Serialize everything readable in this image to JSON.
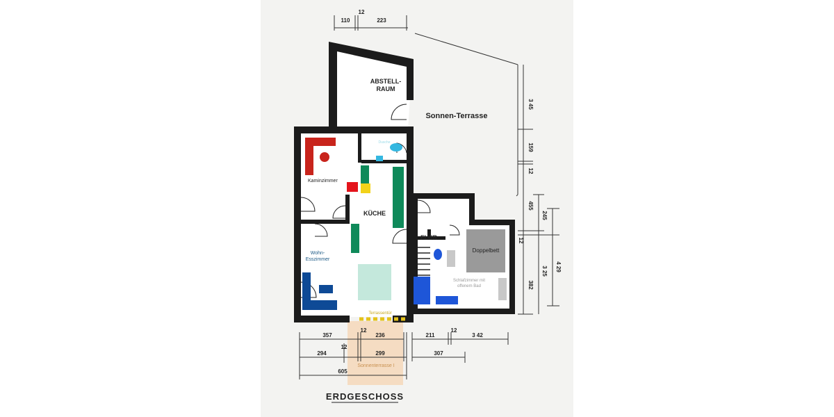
{
  "plan": {
    "title": "ERDGESCHOSS",
    "rooms": {
      "abstellraum_line1": "ABSTELL-",
      "abstellraum_line2": "RAUM",
      "sonnen_terrasse": "Sonnen-Terrasse",
      "kaminzimmer": "Kaminzimmer",
      "kueche": "KÜCHE",
      "wohn_line1": "Wohn-",
      "wohn_line2": "Esszimmer",
      "flur": "FLUR",
      "doppelbett": "Doppelbett",
      "schlaf_line1": "Schlafzimmer mit",
      "schlaf_line2": "offenem Bad",
      "dusche": "Dusche",
      "terrassentuer": "Terrassentür",
      "sonnenterrasse_1": "Sonnenterrasse I"
    },
    "dimensions": {
      "top_110": "110",
      "top_12": "12",
      "top_223": "223",
      "r_345": "3 45",
      "r_159": "159",
      "r_12a": "12",
      "r_455": "455",
      "r_245": "245",
      "r_12b": "12",
      "r_325": "3 25",
      "r_382": "382",
      "r_429": "4 29",
      "b_357": "357",
      "b_12a": "12",
      "b_236": "236",
      "b_211": "211",
      "b_12b": "12",
      "b_342": "3 42",
      "b_12c": "12",
      "b_294": "294",
      "b_299": "299",
      "b_307": "307",
      "b_605": "605"
    },
    "colors": {
      "wall": "#1b1b1b",
      "fireplace_red": "#c8241c",
      "bright_red": "#e4141c",
      "kitchen_green": "#0f8a5a",
      "kitchen_yellow": "#f2d21a",
      "sofa_blue": "#0e4a96",
      "bed_gray": "#9a9a9a",
      "table_mint": "#c4e8dc",
      "cyan": "#34b7e0",
      "bath_blue": "#1e56d8",
      "terrace_peach": "#f5dcc2",
      "door_yellow": "#e4c21a"
    }
  }
}
